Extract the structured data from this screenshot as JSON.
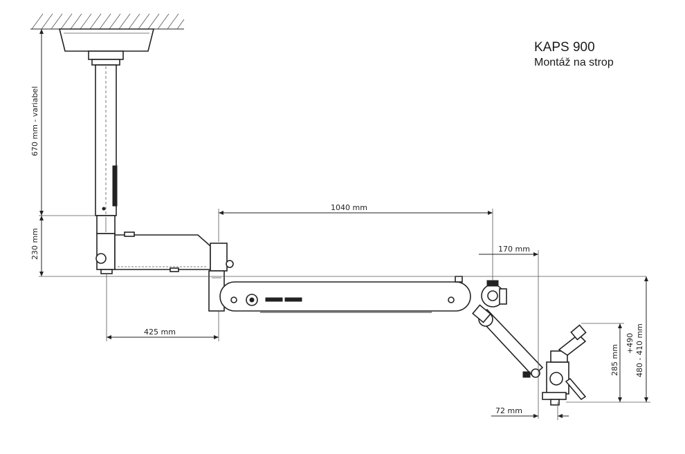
{
  "title": "KAPS 900",
  "subtitle": "Montáž na strop",
  "dimensions": {
    "ceiling_height": "670 mm - variabel",
    "column_lower": "230 mm",
    "arm_length": "1040 mm",
    "offset_170": "170 mm",
    "reach_425": "425 mm",
    "height_285": "285 mm",
    "range_490": "+490",
    "range_480_410": "480 - 410 mm",
    "offset_72": "72 mm"
  }
}
